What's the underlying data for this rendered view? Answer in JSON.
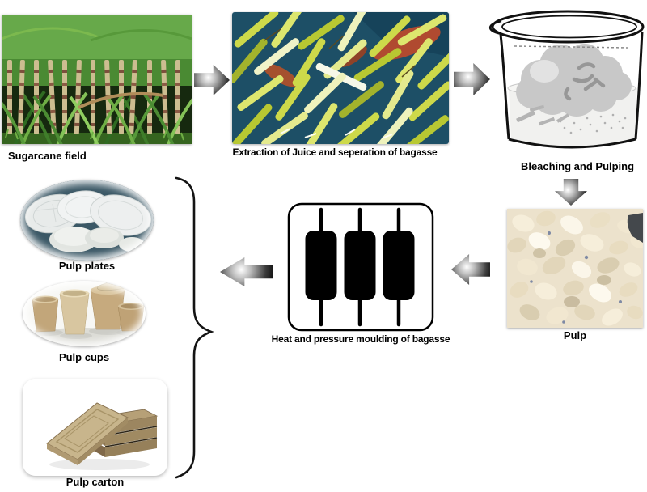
{
  "figure": {
    "type": "process-flow-diagram",
    "background": "#ffffff",
    "steps": [
      {
        "id": "sugarcane-field",
        "label": "Sugarcane field"
      },
      {
        "id": "extraction",
        "label": "Extraction of Juice and seperation of bagasse"
      },
      {
        "id": "bleaching-pulping",
        "label": "Bleaching and Pulping"
      },
      {
        "id": "pulp",
        "label": "Pulp"
      },
      {
        "id": "moulding",
        "label": "Heat and pressure moulding of bagasse"
      }
    ],
    "products": [
      {
        "id": "pulp-plates",
        "label": "Pulp plates"
      },
      {
        "id": "pulp-cups",
        "label": "Pulp cups"
      },
      {
        "id": "pulp-carton",
        "label": "Pulp carton"
      }
    ],
    "connectors": [
      {
        "icon": "right-arrow-icon",
        "from": "sugarcane-field",
        "to": "extraction"
      },
      {
        "icon": "right-arrow-icon",
        "from": "extraction",
        "to": "bleaching-pulping"
      },
      {
        "icon": "down-arrow-icon",
        "from": "bleaching-pulping",
        "to": "pulp"
      },
      {
        "icon": "left-arrow-icon",
        "from": "pulp",
        "to": "moulding"
      },
      {
        "icon": "left-arrow-icon",
        "from": "moulding",
        "to": "products-group"
      },
      {
        "icon": "curly-brace",
        "groups": [
          "pulp-plates",
          "pulp-cups",
          "pulp-carton"
        ]
      }
    ],
    "colors": {
      "arrow_dark": "#000000",
      "arrow_highlight": "#ffffff",
      "line_art": "#111111",
      "label_text": "#000000",
      "bagasse_background": "#1d4f66",
      "pulp_cream": "#ece2cc"
    }
  }
}
